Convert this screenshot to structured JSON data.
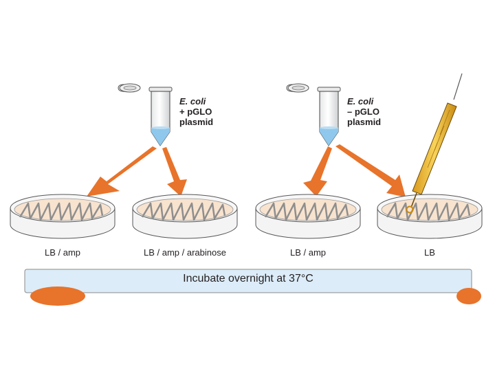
{
  "tubes": [
    {
      "line1": "E. coli",
      "line2": "+ pGLO",
      "line3": "plasmid"
    },
    {
      "line1": "E. coli",
      "line2": "– pGLO",
      "line3": "plasmid"
    }
  ],
  "plates": [
    {
      "label": "LB / amp"
    },
    {
      "label": "LB / amp / arabinose"
    },
    {
      "label": "LB / amp"
    },
    {
      "label": "LB"
    }
  ],
  "banner": {
    "text": "Incubate overnight at 37°C"
  },
  "colors": {
    "arrow": "#e8732a",
    "agar": "#f8e3cf",
    "liquid": "#8fc8ec",
    "banner": "#dcecf8",
    "loop": "#f2c23a",
    "streak": "#8e8e8e"
  }
}
